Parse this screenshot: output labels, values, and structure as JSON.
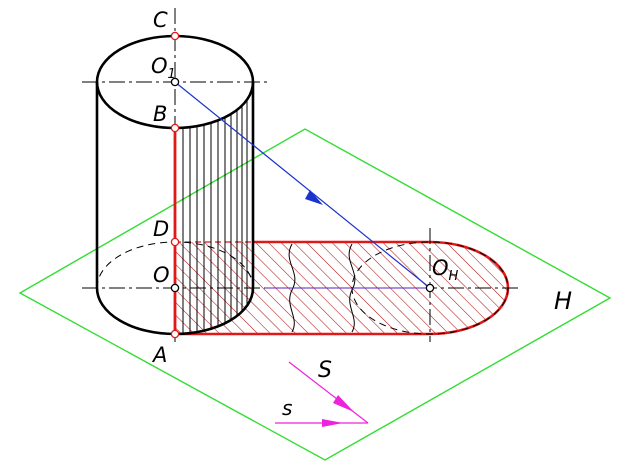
{
  "points": {
    "C": "C",
    "O1_main": "O",
    "O1_sub": "1",
    "B": "B",
    "D": "D",
    "O": "O",
    "A": "A",
    "OH_main": "O",
    "OH_sub": "H"
  },
  "plane_label": "H",
  "direction_labels": {
    "space": "S",
    "plane": "s"
  },
  "colors": {
    "plane": "#33dd33",
    "projection_ray": "#1a33cc",
    "shadow": "#e01818",
    "direction": "#ee22dd",
    "outline": "#000000"
  }
}
